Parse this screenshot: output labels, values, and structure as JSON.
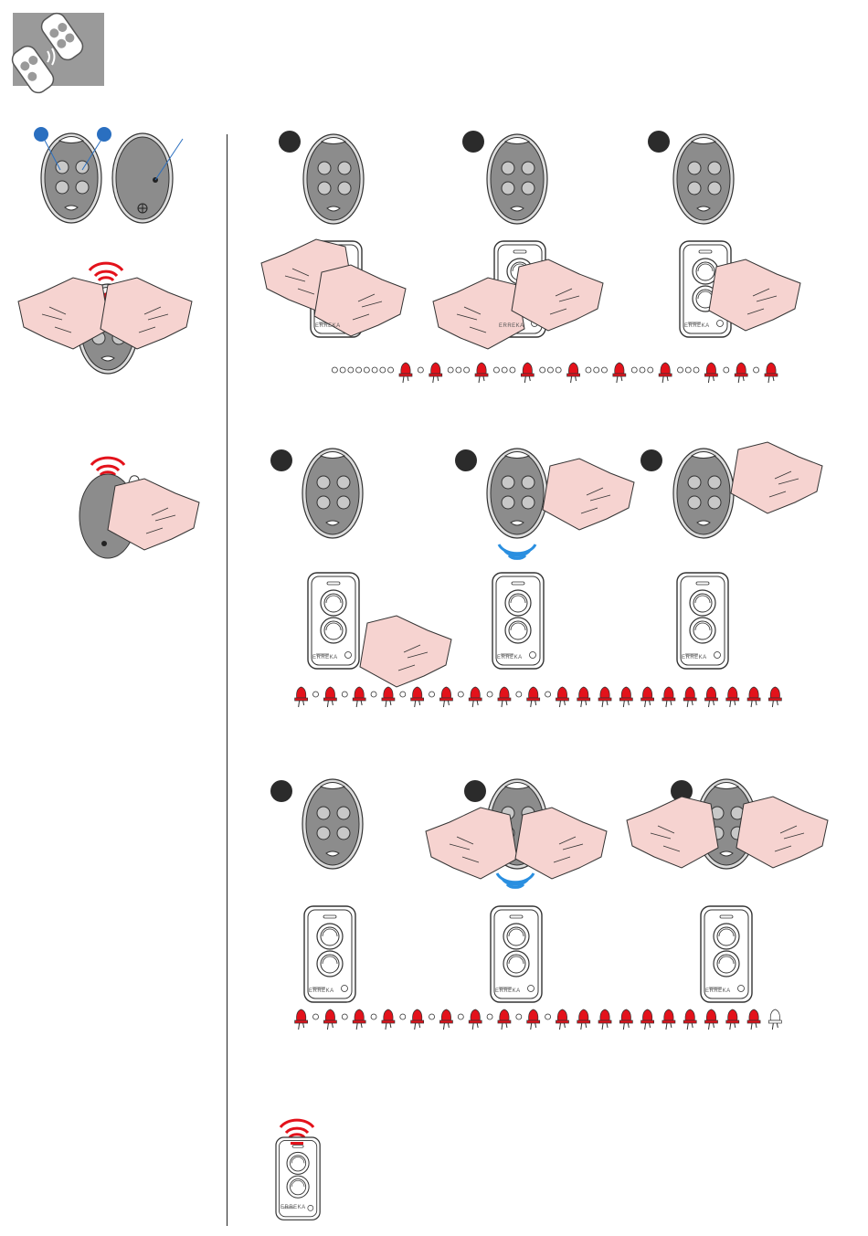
{
  "colors": {
    "corner_badge": "#9a9a9a",
    "remote_body": "#8c8c8c",
    "remote_button": "#c8c8c8",
    "step_marker": "#2b2b2b",
    "info_marker": "#2a6fc0",
    "led_red": "#e3121b",
    "led_off": "#ffffff",
    "signal_red": "#e3121b",
    "signal_blue": "#2a8fe0",
    "hand_fill": "#f6d3d0",
    "divider": "#222222"
  },
  "icons": {
    "corner": "remote-transmission-icon",
    "hand": "hand-icon",
    "led": "led-icon",
    "signal": "signal-wave-icon"
  },
  "labels": {
    "receiver_brand": "ERREKA"
  },
  "led_sequences": {
    "row1": "oooooooo R o R ooo R ooo R ooo R ooo R ooo R ooo R o R o R",
    "row2": "R o R o R o R o R o R o R o R o R o R RRRRRRRRRR",
    "row3": "R o R o R o R o R o R o R o R o R o R RRRRRRRRRW"
  }
}
